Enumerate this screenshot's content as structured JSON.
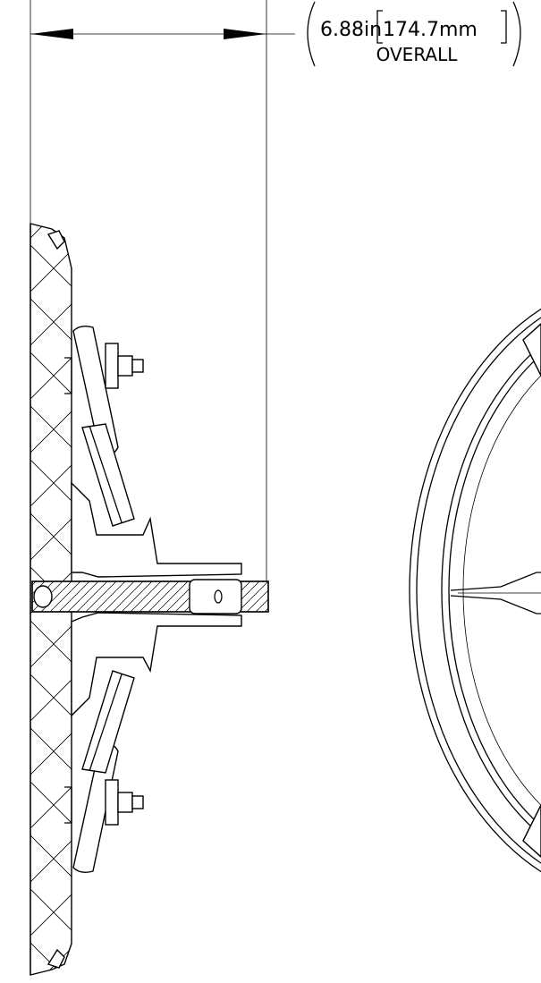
{
  "dimension": {
    "value_in": "6.88in",
    "value_mm": "174.7mm",
    "note": "OVERALL"
  },
  "colors": {
    "line": "#000000",
    "background": "#ffffff"
  }
}
